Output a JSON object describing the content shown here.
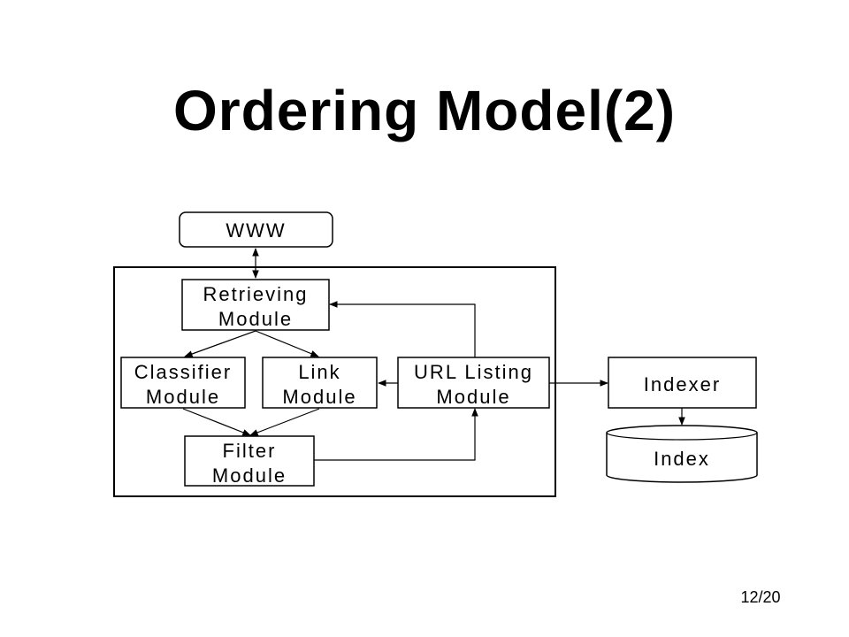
{
  "title": "Ordering Model(2)",
  "page_number": "12/20",
  "colors": {
    "background": "#ffffff",
    "ink": "#000000"
  },
  "diagram": {
    "nodes": {
      "www": {
        "line1": "WWW"
      },
      "retrieving": {
        "line1": "Retrieving",
        "line2": "Module"
      },
      "classifier": {
        "line1": "Classifier",
        "line2": "Module"
      },
      "link": {
        "line1": "Link",
        "line2": "Module"
      },
      "url_listing": {
        "line1": "URL Listing",
        "line2": "Module"
      },
      "filter": {
        "line1": "Filter",
        "line2": "Module"
      },
      "indexer": {
        "line1": "Indexer"
      },
      "index": {
        "line1": "Index"
      }
    },
    "edges": [
      {
        "from": "www",
        "to": "retrieving",
        "direction": "both"
      },
      {
        "from": "retrieving",
        "to": "classifier"
      },
      {
        "from": "retrieving",
        "to": "link"
      },
      {
        "from": "classifier",
        "to": "filter"
      },
      {
        "from": "link",
        "to": "filter"
      },
      {
        "from": "url_listing",
        "to": "link"
      },
      {
        "from": "url_listing",
        "to": "retrieving"
      },
      {
        "from": "filter",
        "to": "url_listing"
      },
      {
        "from": "url_listing",
        "to": "indexer"
      },
      {
        "from": "indexer",
        "to": "index"
      }
    ]
  }
}
